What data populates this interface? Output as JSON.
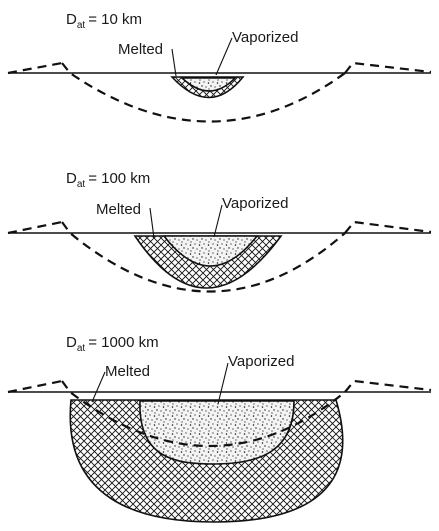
{
  "panels": [
    {
      "dat_prefix": "D",
      "dat_sub": "at",
      "dat_value": "= 10 km",
      "melted": "Melted",
      "vaporized": "Vaporized"
    },
    {
      "dat_prefix": "D",
      "dat_sub": "at",
      "dat_value": "= 100 km",
      "melted": "Melted",
      "vaporized": "Vaporized"
    },
    {
      "dat_prefix": "D",
      "dat_sub": "at",
      "dat_value": "= 1000 km",
      "melted": "Melted",
      "vaporized": "Vaporized"
    }
  ]
}
